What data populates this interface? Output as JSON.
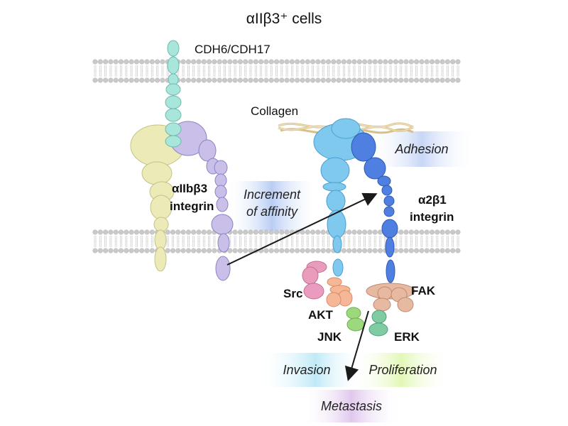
{
  "title": "αIIβ3⁺ cells",
  "labels": {
    "cdh": "CDH6/CDH17",
    "collagen": "Collagen",
    "aiib3_line1": "αIIbβ3",
    "aiib3_line2": "integrin",
    "a2b1_line1": "α2β1",
    "a2b1_line2": "integrin",
    "src": "Src",
    "akt": "AKT",
    "jnk": "JNK",
    "erk": "ERK",
    "fak": "FAK"
  },
  "boxes": {
    "increment_line1": "Increment",
    "increment_line2": "of affinity",
    "adhesion": "Adhesion",
    "invasion": "Invasion",
    "proliferation": "Proliferation",
    "metastasis": "Metastasis"
  },
  "colors": {
    "membrane_head": "#c9c9c9",
    "cdh": "#a8e6dc",
    "aiib3_alpha": "#ecebb8",
    "aiib3_beta": "#c9bfe9",
    "a2b1_alpha": "#7fc9ee",
    "a2b1_beta": "#4f7fe0",
    "collagen": "#ead7ad",
    "src": "#e99cbd",
    "akt": "#f6b796",
    "jnk": "#9bd97c",
    "erk": "#7fcba3",
    "fak": "#e8b9a1",
    "arrow": "#1a1a1a"
  }
}
